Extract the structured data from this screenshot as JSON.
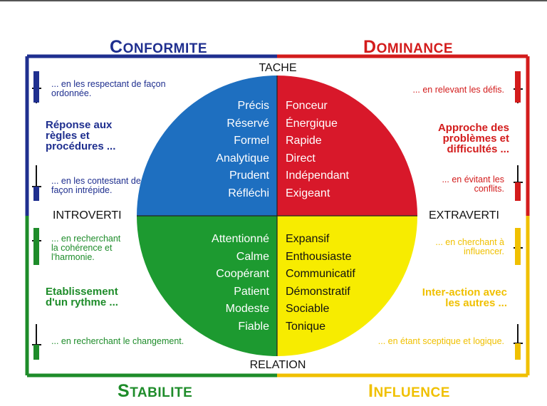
{
  "categories": {
    "conformite": {
      "label": "Conformite",
      "color": "#1f2f8f"
    },
    "dominance": {
      "label": "Dominance",
      "color": "#d31c1c"
    },
    "stabilite": {
      "label": "Stabilite",
      "color": "#1e8c2a"
    },
    "influence": {
      "label": "Influence",
      "color": "#f0c000"
    }
  },
  "axes": {
    "top": "TACHE",
    "bottom": "RELATION",
    "left": "INTROVERTI",
    "right": "EXTRAVERTI"
  },
  "quadrants": {
    "conformite": {
      "color": "#1e6fc0",
      "words": [
        "Précis",
        "Réservé",
        "Formel",
        "Analytique",
        "Prudent",
        "Réfléchi"
      ]
    },
    "dominance": {
      "color": "#d8182a",
      "words": [
        "Fonceur",
        "Énergique",
        "Rapide",
        "Direct",
        "Indépendant",
        "Exigeant"
      ]
    },
    "stabilite": {
      "color": "#1d9a30",
      "words": [
        "Attentionné",
        "Calme",
        "Coopérant",
        "Patient",
        "Modeste",
        "Fiable"
      ]
    },
    "influence": {
      "color": "#f7ec00",
      "words": [
        "Expansif",
        "Enthousiaste",
        "Communicatif",
        "Démonstratif",
        "Sociable",
        "Tonique"
      ]
    }
  },
  "sides": {
    "conformite": {
      "high": "... en les respectant de façon ordonnée.",
      "title": "Réponse aux règles et procédures ...",
      "low": "... en les contestant de façon intrépide."
    },
    "dominance": {
      "high": "... en relevant les défis.",
      "title": "Approche des problèmes et difficultés ...",
      "low": "... en évitant les conflits."
    },
    "stabilite": {
      "high": "... en recherchant la cohérence et l'harmonie.",
      "title": "Etablissement d'un rythme ...",
      "low": "... en recherchant le changement."
    },
    "influence": {
      "high": "... en cherchant à influencer.",
      "title": "Inter-action avec les autres ...",
      "low": "... en étant sceptique et logique."
    }
  }
}
